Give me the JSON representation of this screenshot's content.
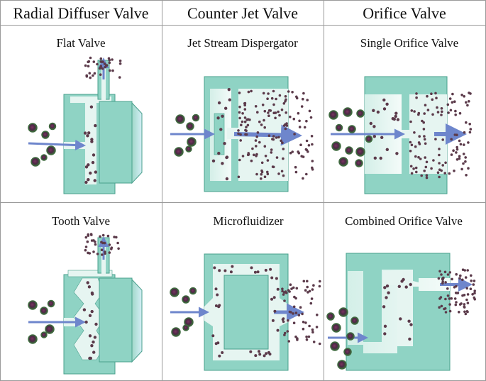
{
  "colors": {
    "body": "#8fd3c4",
    "body_stroke": "#4aa08d",
    "channel": "#e6f5f1",
    "seat_light": "#cdebe4",
    "lens": "#c6e6f0",
    "arrow": "#6e86cc",
    "particle": "#5b3a4a",
    "droplet_core": "#5c2d4e",
    "droplet_ring": "#3f6b3f",
    "grid": "#9a9a9a"
  },
  "columns": [
    {
      "header": "Radial Diffuser Valve",
      "cells": [
        {
          "title": "Flat Valve",
          "icon": "flat-valve-diagram"
        },
        {
          "title": "Tooth Valve",
          "icon": "tooth-valve-diagram"
        }
      ]
    },
    {
      "header": "Counter Jet Valve",
      "cells": [
        {
          "title": "Jet Stream Dispergator",
          "icon": "jet-stream-dispergator-diagram"
        },
        {
          "title": "Microfluidizer",
          "icon": "microfluidizer-diagram"
        }
      ]
    },
    {
      "header": "Orifice Valve",
      "cells": [
        {
          "title": "Single Orifice Valve",
          "icon": "single-orifice-valve-diagram"
        },
        {
          "title": "Combined Orifice Valve",
          "icon": "combined-orifice-valve-diagram"
        }
      ]
    }
  ]
}
